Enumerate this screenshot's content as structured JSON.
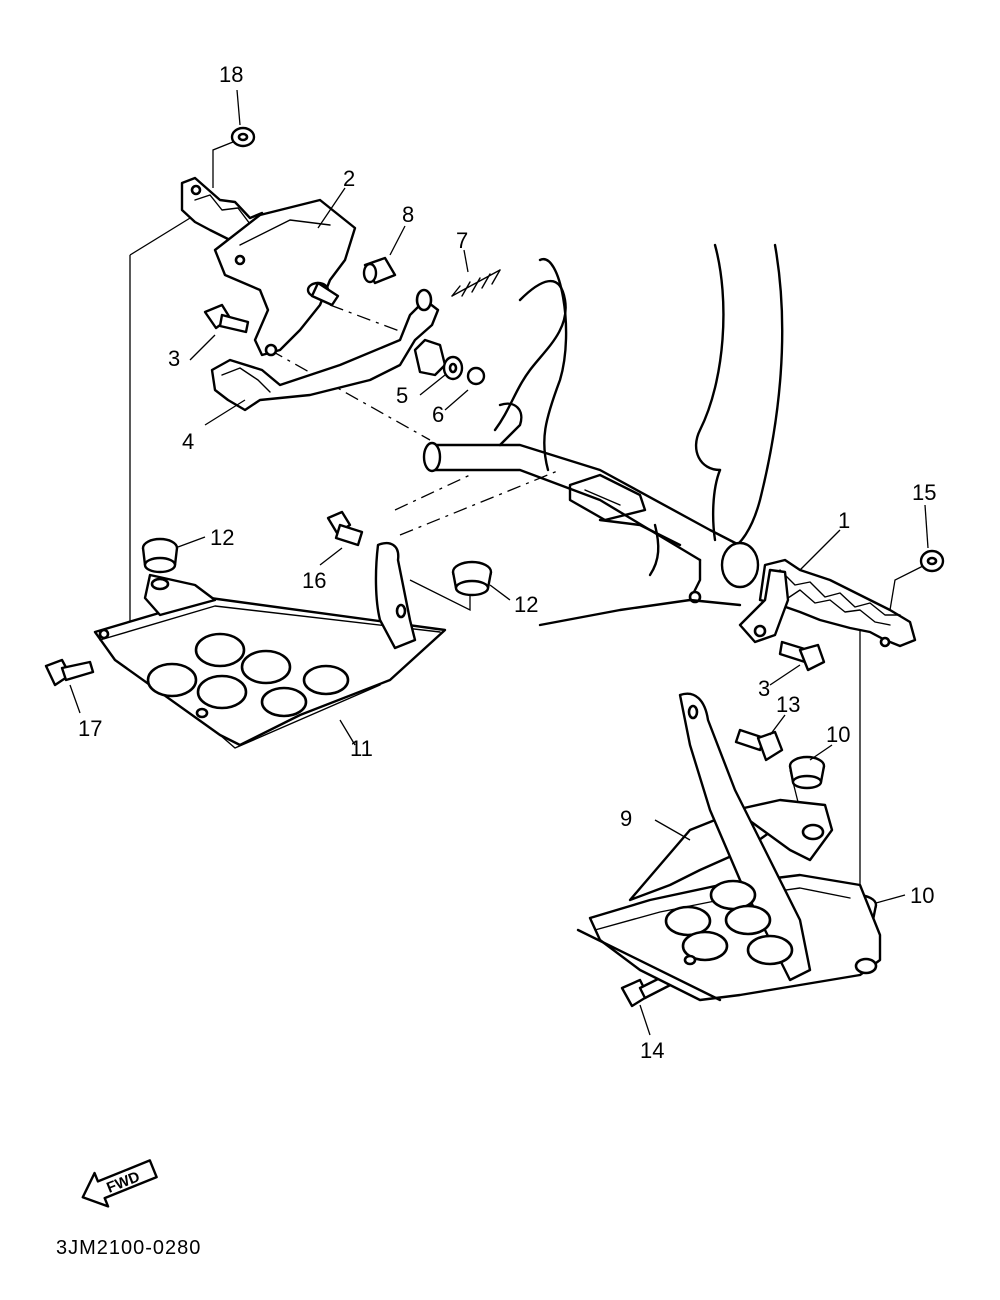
{
  "callouts": {
    "c1": "1",
    "c2": "2",
    "c3a": "3",
    "c3b": "3",
    "c4": "4",
    "c5": "5",
    "c6": "6",
    "c7": "7",
    "c8": "8",
    "c9": "9",
    "c10a": "10",
    "c10b": "10",
    "c11": "11",
    "c12a": "12",
    "c12b": "12",
    "c13": "13",
    "c14": "14",
    "c15": "15",
    "c16": "16",
    "c17": "17",
    "c18": "18"
  },
  "direction_label": "FWD",
  "diagram_code": "3JM2100-0280"
}
